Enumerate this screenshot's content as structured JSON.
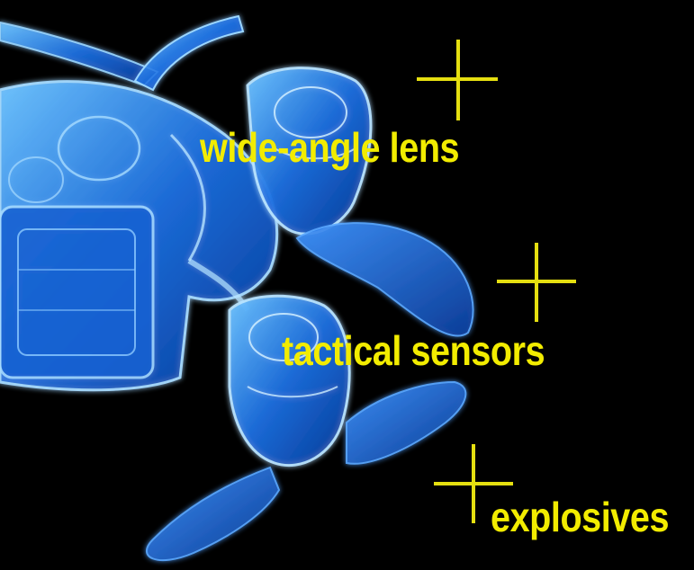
{
  "labels": {
    "lens": "wide-angle lens",
    "sensors": "tactical sensors",
    "explosives": "explosives"
  },
  "colors": {
    "background": "#000000",
    "label": "#f2ec00",
    "crosshair": "#e5df10",
    "drone_glow": "#2b8cff",
    "drone_core": "#0b4db8"
  },
  "icons": [
    "crosshair-icon"
  ]
}
